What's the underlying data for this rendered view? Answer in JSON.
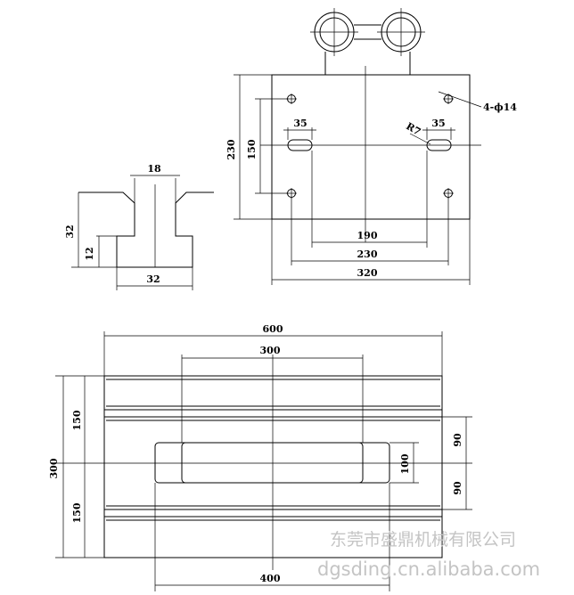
{
  "side_profile": {
    "top_width": "18",
    "total_height": "32",
    "step_height": "12",
    "bottom_width": "32"
  },
  "top_view": {
    "holes_callout": "4-ϕ14",
    "slot_width_left": "35",
    "slot_width_right": "35",
    "slot_radius": "R7",
    "outer_height": "230",
    "hole_spacing_vertical": "150",
    "slot_spacing": "190",
    "hole_spacing_horizontal": "230",
    "outer_width": "320"
  },
  "plan_view": {
    "total_width": "600",
    "window_width": "300",
    "total_height": "300",
    "upper_half": "150",
    "lower_half": "150",
    "right_upper": "90",
    "right_lower": "90",
    "window_height": "100",
    "lower_width": "400"
  },
  "watermark": {
    "company": "东莞市盛鼎机械有限公司",
    "url": "dgsding.cn.alibaba.com"
  }
}
